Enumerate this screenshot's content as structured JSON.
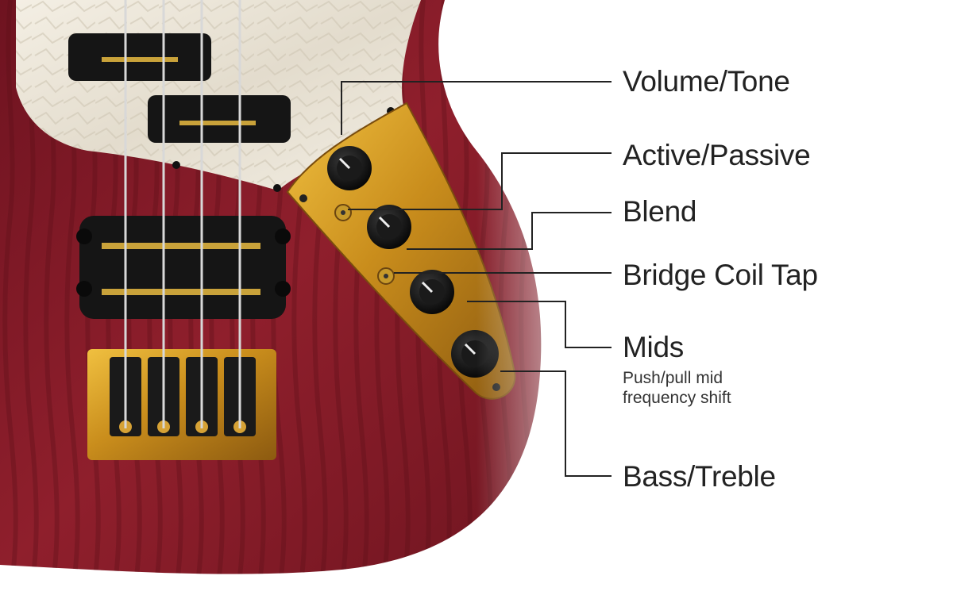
{
  "labels": {
    "volume_tone": "Volume/Tone",
    "active_passive": "Active/Passive",
    "blend": "Blend",
    "bridge_coil_tap": "Bridge Coil Tap",
    "mids": "Mids",
    "mids_note_line1": "Push/pull mid",
    "mids_note_line2": "frequency shift",
    "bass_treble": "Bass/Treble"
  },
  "colors": {
    "body_wood": "#8a1c28",
    "pickguard": "#ece6da",
    "control_plate": "#d9a12a",
    "knob": "#111111",
    "callout_line": "#222222",
    "label_text": "#222222"
  }
}
